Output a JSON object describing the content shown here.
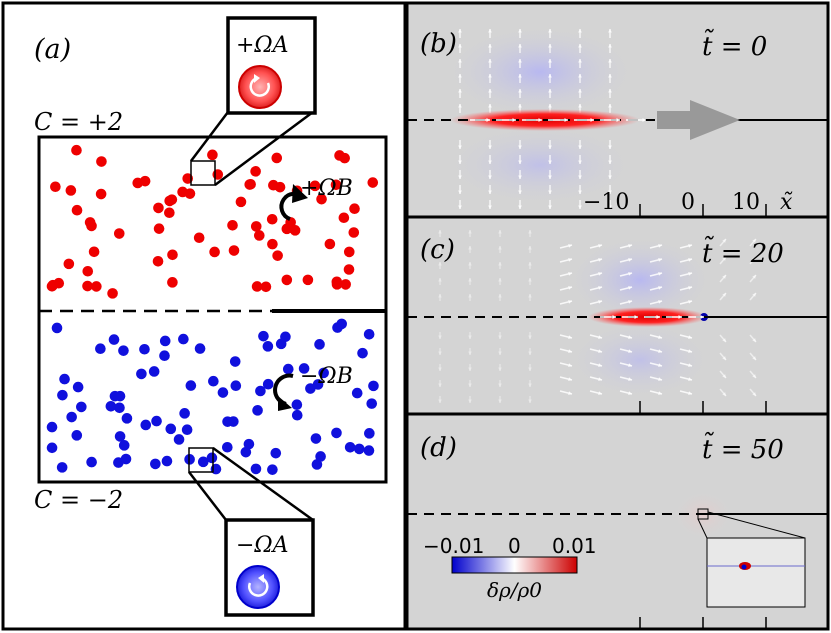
{
  "panel_a": {
    "label": "(a)",
    "top_label": "C = +2",
    "bottom_label": "C = −2",
    "omega_top_inset": "+ΩA",
    "omega_bottom_inset": "−ΩA",
    "omega_top_arrow": "+ΩB",
    "omega_bottom_arrow": "−ΩB",
    "colors": {
      "top_particles": "#ee0000",
      "bottom_particles": "#1010dd"
    }
  },
  "panel_b": {
    "label": "(b)",
    "time": "t̃ = 0",
    "ticks": [
      "−10",
      "0",
      "10"
    ],
    "axis_label": "x̃"
  },
  "panel_c": {
    "label": "(c)",
    "time": "t̃ = 20"
  },
  "panel_d": {
    "label": "(d)",
    "time": "t̃ = 50"
  },
  "colorbar": {
    "ticks": [
      "−0.01",
      "0",
      "0.01"
    ],
    "label": "δρ/ρ0"
  }
}
